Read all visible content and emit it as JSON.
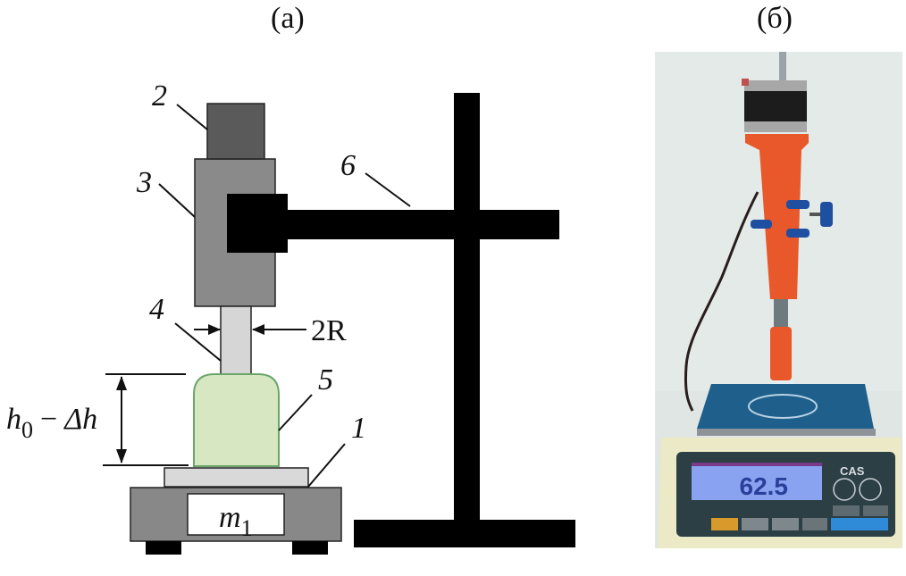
{
  "panels": {
    "a": {
      "label": "(a)"
    },
    "b": {
      "label": "(б)"
    }
  },
  "schematic": {
    "callouts": [
      {
        "id": "1",
        "text": "1",
        "part": "scale"
      },
      {
        "id": "2",
        "text": "2",
        "part": "stepper-motor"
      },
      {
        "id": "3",
        "text": "3",
        "part": "drive-housing"
      },
      {
        "id": "4",
        "text": "4",
        "part": "plunger-rod"
      },
      {
        "id": "5",
        "text": "5",
        "part": "sample"
      },
      {
        "id": "6",
        "text": "6",
        "part": "stand"
      }
    ],
    "rod_dimension": "2R",
    "height_dimension": {
      "h": "h",
      "sub0": "0",
      "minus": "−",
      "delta": "Δh"
    },
    "scale_readout": {
      "m": "m",
      "sub": "1"
    }
  },
  "photo": {
    "display_value": "62.5",
    "brand": "CAS"
  },
  "colors": {
    "motor": "#5a5a5a",
    "housing": "#8a8a8a",
    "rod": "#d6d6d6",
    "sample_fill": "#d7e7c2",
    "sample_stroke": "#6aa66a",
    "scale_body": "#888888",
    "stand": "#000000",
    "photo_orange": "#e8582a",
    "photo_blue": "#1f5f8b"
  }
}
